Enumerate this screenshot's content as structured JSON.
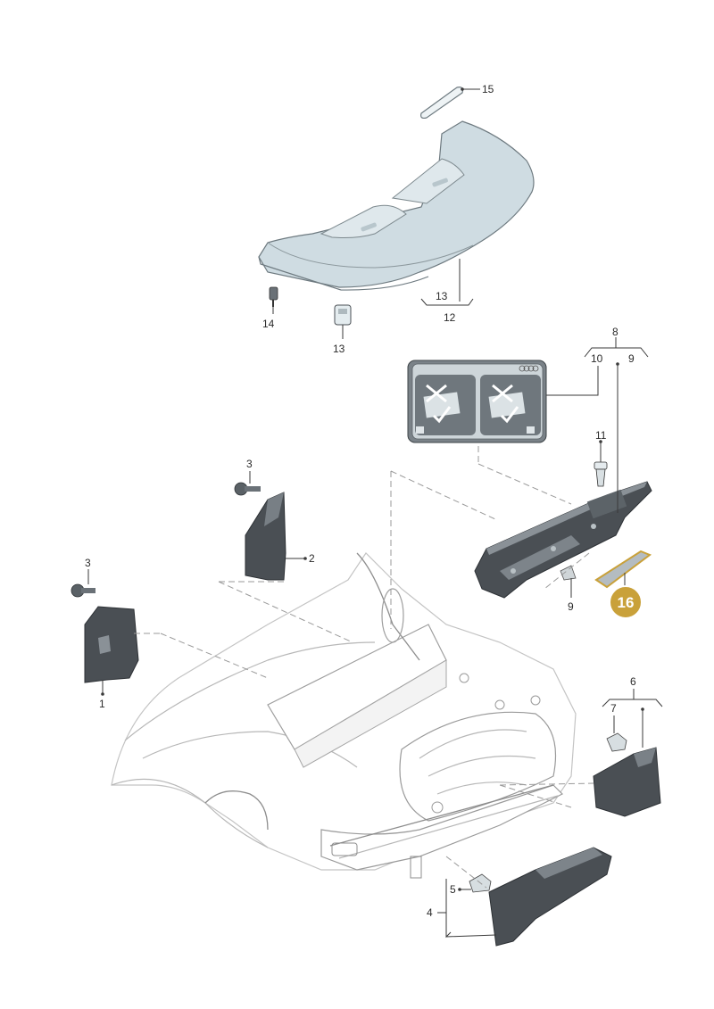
{
  "callouts": {
    "c1": "1",
    "c2": "2",
    "c3a": "3",
    "c3b": "3",
    "c4": "4",
    "c5": "5",
    "c6": "6",
    "c7": "7",
    "c8": "8",
    "c9a": "9",
    "c9b": "9",
    "c10": "10",
    "c11": "11",
    "c12": "12",
    "c13a": "13",
    "c13b": "13",
    "c14": "14",
    "c15": "15",
    "c16": "16"
  },
  "colors": {
    "highlight": "#c9a13a",
    "highlight_ring": "#ffffff",
    "part_light": "#cfdce2",
    "part_dark": "#4a4f54"
  },
  "icons": [
    "rear-shelf-panel",
    "warning-label",
    "trim-panel",
    "screw-fastener",
    "car-body-shell",
    "cross-member-bracket"
  ]
}
